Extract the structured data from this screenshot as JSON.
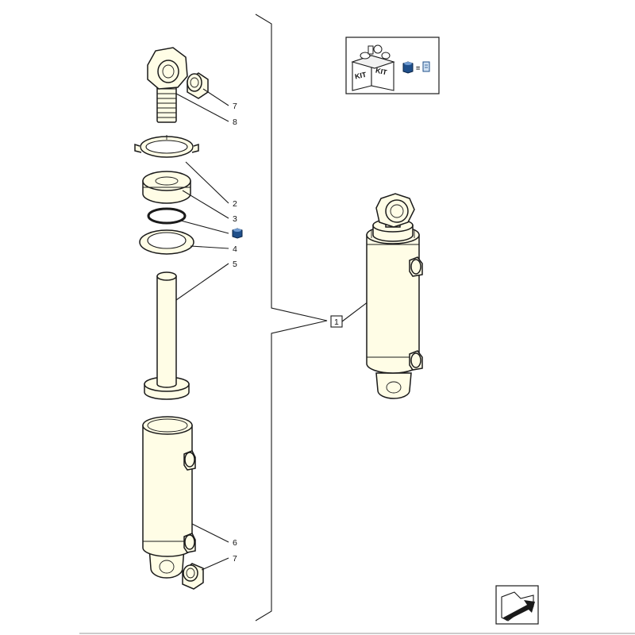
{
  "labels": {
    "item_7_top": "7",
    "item_8": "8",
    "item_2": "2",
    "item_3": "3",
    "item_4": "4",
    "item_5": "5",
    "item_6": "6",
    "item_7_bottom": "7",
    "item_1": "1"
  },
  "kit_box": {
    "kit_label_left": "KIT",
    "kit_label_right": "KIT",
    "equals_sign": "="
  },
  "icons": {
    "seal_marker": "blue-seal-icon",
    "nav_arrow": "next-page-arrow-icon"
  },
  "colors": {
    "part_fill": "#fffde6",
    "marker_blue": "#1f4f8a",
    "outline": "#1a1a1a"
  }
}
